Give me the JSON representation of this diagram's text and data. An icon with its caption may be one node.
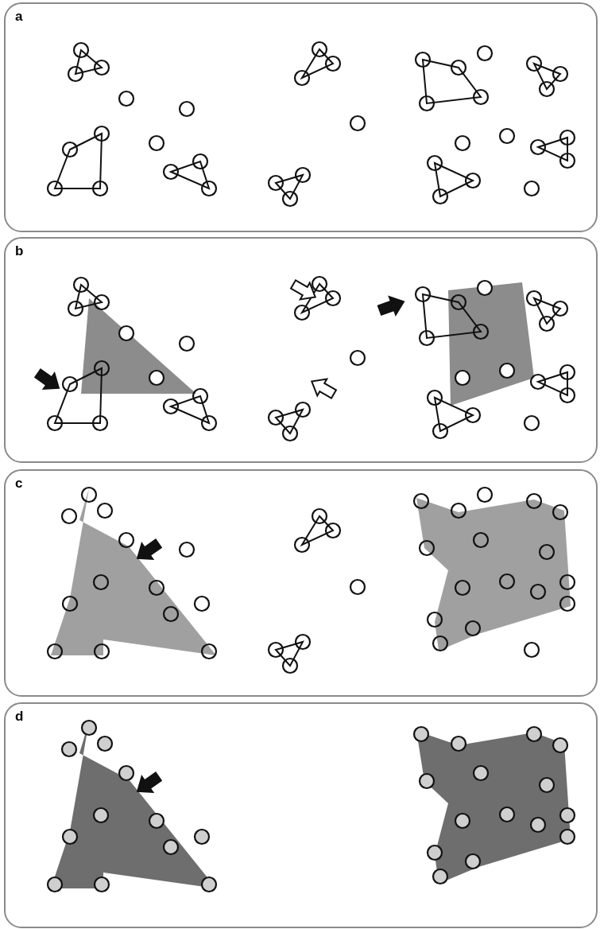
{
  "diagram": {
    "nodes": [
      {
        "text": [
          "a"
        ]
      },
      {
        "text": [
          "b"
        ]
      },
      {
        "text": [
          "c"
        ]
      },
      {
        "text": [
          "d"
        ]
      }
    ]
  }
}
